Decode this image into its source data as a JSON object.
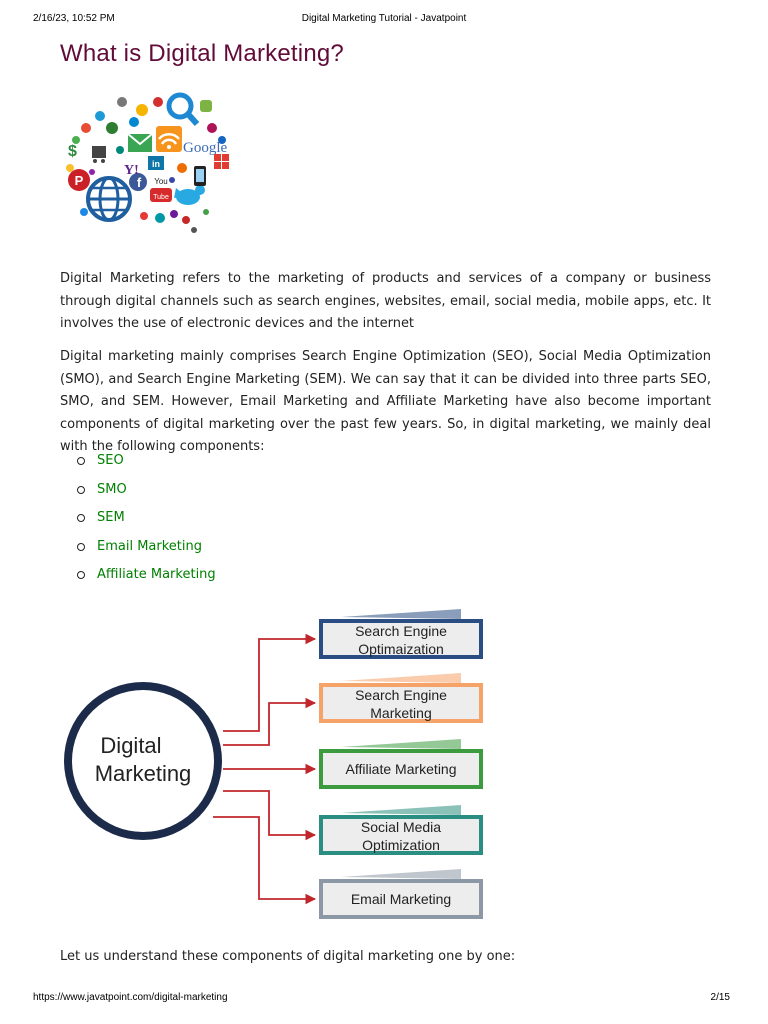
{
  "print_header": {
    "datetime": "2/16/23, 10:52 PM",
    "page_title": "Digital Marketing Tutorial - Javatpoint"
  },
  "print_footer": {
    "url": "https://www.javatpoint.com/digital-marketing",
    "page": "2/15"
  },
  "article": {
    "heading": "What is Digital Marketing?",
    "paragraphs": [
      "Digital Marketing refers to the marketing of products and services of a company or business through digital channels such as search engines, websites, email, social media, mobile apps, etc. It involves the use of electronic devices and the internet",
      "Digital marketing mainly comprises Search Engine Optimization (SEO), Social Media Optimization (SMO), and Search Engine Marketing (SEM). We can say that it can be divided into three parts SEO, SMO, and SEM. However, Email Marketing and Affiliate Marketing have also become important components of digital marketing over the past few years. So, in digital marketing, we mainly deal with the following components:"
    ],
    "components": [
      "SEO",
      "SMO",
      "SEM",
      "Email Marketing",
      "Affiliate Marketing"
    ],
    "closing": "Let us understand these components of digital marketing one by one:",
    "link_color": "#008000",
    "heading_color": "#610b38"
  },
  "cloud_image": {
    "brand_text": "Google",
    "icons": [
      "pinterest-icon",
      "globe-icon",
      "wifi-icon",
      "email-icon",
      "search-icon",
      "twitter-bird-icon",
      "facebook-icon",
      "youtube-icon",
      "linkedin-icon",
      "yahoo-icon",
      "windows-icon",
      "apple-icon",
      "android-icon",
      "shopping-cart-icon",
      "dollar-icon",
      "smartphone-icon"
    ]
  },
  "diagram": {
    "center_label_line1": "Digital",
    "center_label_line2": "Marketing",
    "boxes": [
      {
        "line1": "Search Engine",
        "line2": "Optimaization",
        "color": "#2a4e84"
      },
      {
        "line1": "Search Engine",
        "line2": "Marketing",
        "color": "#f5a368"
      },
      {
        "line1": "Affiliate Marketing",
        "line2": "",
        "color": "#3d9b3f"
      },
      {
        "line1": "Social Media",
        "line2": "Optimization",
        "color": "#2a8f82"
      },
      {
        "line1": "Email Marketing",
        "line2": "",
        "color": "#8d98a6"
      }
    ],
    "arrow_color": "#c0272d"
  }
}
